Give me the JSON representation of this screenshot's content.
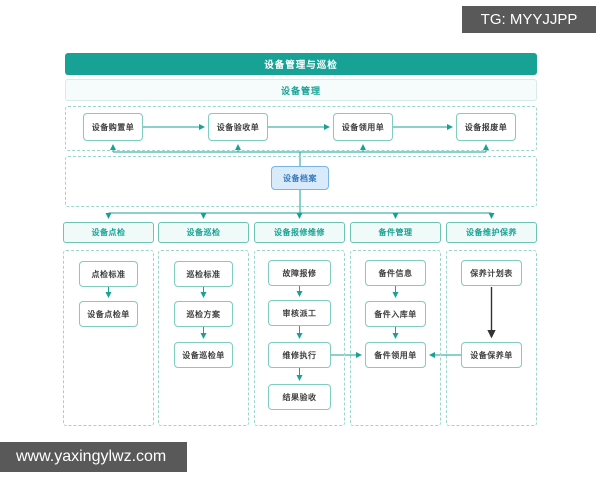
{
  "title": "设备管理与巡检",
  "subtitle": "设备管理",
  "lifecycle_flow": [
    "设备购置单",
    "设备验收单",
    "设备领用单",
    "设备报废单"
  ],
  "archive_label": "设备档案",
  "sections": [
    {
      "header": "设备点检",
      "items": [
        "点检标准",
        "设备点检单"
      ]
    },
    {
      "header": "设备巡检",
      "items": [
        "巡检标准",
        "巡检方案",
        "设备巡检单"
      ]
    },
    {
      "header": "设备报修维修",
      "items": [
        "故障报修",
        "审核派工",
        "维修执行",
        "结果验收"
      ]
    },
    {
      "header": "备件管理",
      "items": [
        "备件信息",
        "备件入库单",
        "备件领用单"
      ]
    },
    {
      "header": "设备维护保养",
      "items": [
        "保养计划表",
        "设备保养单"
      ]
    }
  ],
  "watermarks": {
    "top_right": "TG: MYYJJPP",
    "bottom_left": "www.yaxingylwz.com"
  },
  "colors": {
    "teal": "#17a295",
    "teal_border": "#7fccc1",
    "dashed_border": "#9ad6cb",
    "section_bg": "#f0faf8",
    "section_border": "#6cc3b6",
    "section_text": "#17a295",
    "box_text": "#3f3f3f",
    "archive_bg": "#d9ebfa",
    "archive_border": "#77b5e6",
    "archive_text": "#3878bd",
    "black_arrow": "#333333",
    "watermark_bg": "#595959"
  }
}
